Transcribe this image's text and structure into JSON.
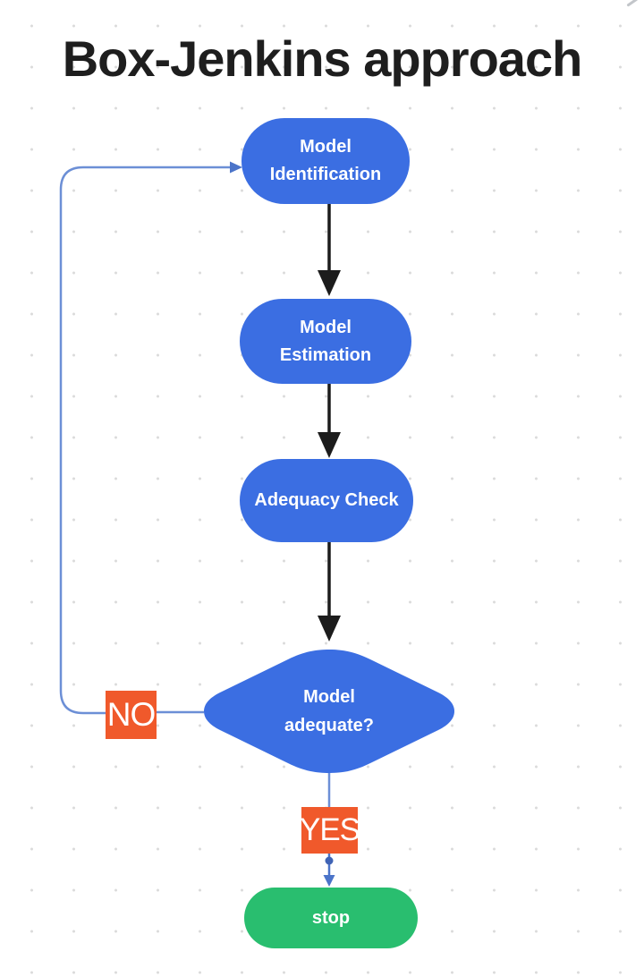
{
  "title": "Box-Jenkins approach",
  "nodes": [
    {
      "id": "model-identification",
      "label": "Model Identification",
      "shape": "rounded-rect",
      "color": "#3b6ee2"
    },
    {
      "id": "model-estimation",
      "label": "Model Estimation",
      "shape": "rounded-rect",
      "color": "#3b6ee2"
    },
    {
      "id": "adequacy-check",
      "label": "Adequacy Check",
      "shape": "rounded-rect",
      "color": "#3b6ee2"
    },
    {
      "id": "model-adequate",
      "label": "Model adequate?",
      "shape": "rounded-diamond",
      "color": "#3b6ee2"
    },
    {
      "id": "stop",
      "label": "stop",
      "shape": "rounded-rect",
      "color": "#29be6f"
    }
  ],
  "edge_labels": {
    "no": "NO",
    "yes": "YES"
  },
  "edges": [
    {
      "from": "model-identification",
      "to": "model-estimation",
      "label": "",
      "style": "black-arrow"
    },
    {
      "from": "model-estimation",
      "to": "adequacy-check",
      "label": "",
      "style": "black-arrow"
    },
    {
      "from": "adequacy-check",
      "to": "model-adequate",
      "label": "",
      "style": "black-arrow"
    },
    {
      "from": "model-adequate",
      "to": "model-identification",
      "label": "NO",
      "style": "blue-line-loop"
    },
    {
      "from": "model-adequate",
      "to": "stop",
      "label": "YES",
      "style": "blue-line-arrow"
    }
  ],
  "colors": {
    "process_node": "#3b6ee2",
    "terminal_node": "#29be6f",
    "edge_label_bg": "#f0592b",
    "connector_blue": "#6c8fd6",
    "arrow_black": "#1c1c1c",
    "node_text": "#ffffff",
    "title_text": "#1e1e1e",
    "background_dots": "#dbdbdb",
    "background": "#ffffff"
  }
}
